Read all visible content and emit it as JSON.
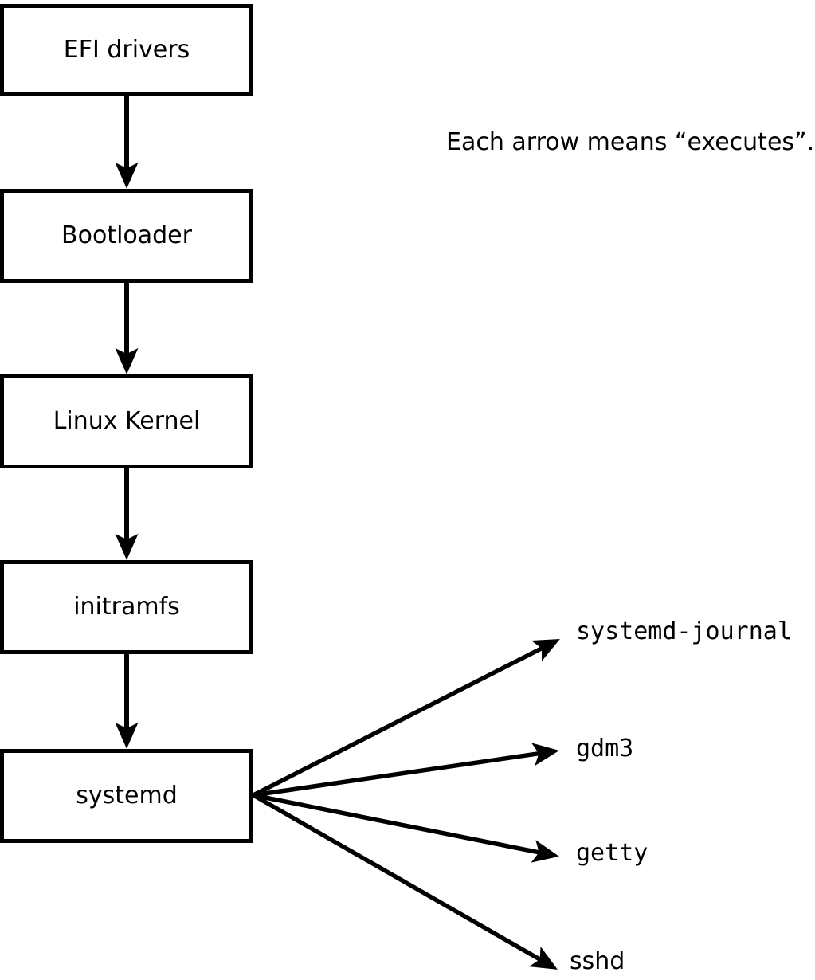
{
  "diagram": {
    "caption": "Each arrow means “executes”.",
    "arrow_meaning": "executes",
    "chain": [
      {
        "id": "efi-drivers",
        "label": "EFI drivers"
      },
      {
        "id": "bootloader",
        "label": "Bootloader"
      },
      {
        "id": "linux-kernel",
        "label": "Linux Kernel"
      },
      {
        "id": "initramfs",
        "label": "initramfs"
      },
      {
        "id": "systemd",
        "label": "systemd"
      }
    ],
    "spawned": [
      {
        "id": "systemd-journal",
        "label": "systemd-journal"
      },
      {
        "id": "gdm3",
        "label": "gdm3"
      },
      {
        "id": "getty",
        "label": "getty"
      },
      {
        "id": "sshd",
        "label": "sshd"
      }
    ],
    "edges": [
      {
        "from": "efi-drivers",
        "to": "bootloader"
      },
      {
        "from": "bootloader",
        "to": "linux-kernel"
      },
      {
        "from": "linux-kernel",
        "to": "initramfs"
      },
      {
        "from": "initramfs",
        "to": "systemd"
      },
      {
        "from": "systemd",
        "to": "systemd-journal"
      },
      {
        "from": "systemd",
        "to": "gdm3"
      },
      {
        "from": "systemd",
        "to": "getty"
      },
      {
        "from": "systemd",
        "to": "sshd"
      }
    ],
    "colors": {
      "background": "#ffffff",
      "box_fill": "#ffffff",
      "line": "#000000",
      "text": "#000000"
    }
  }
}
